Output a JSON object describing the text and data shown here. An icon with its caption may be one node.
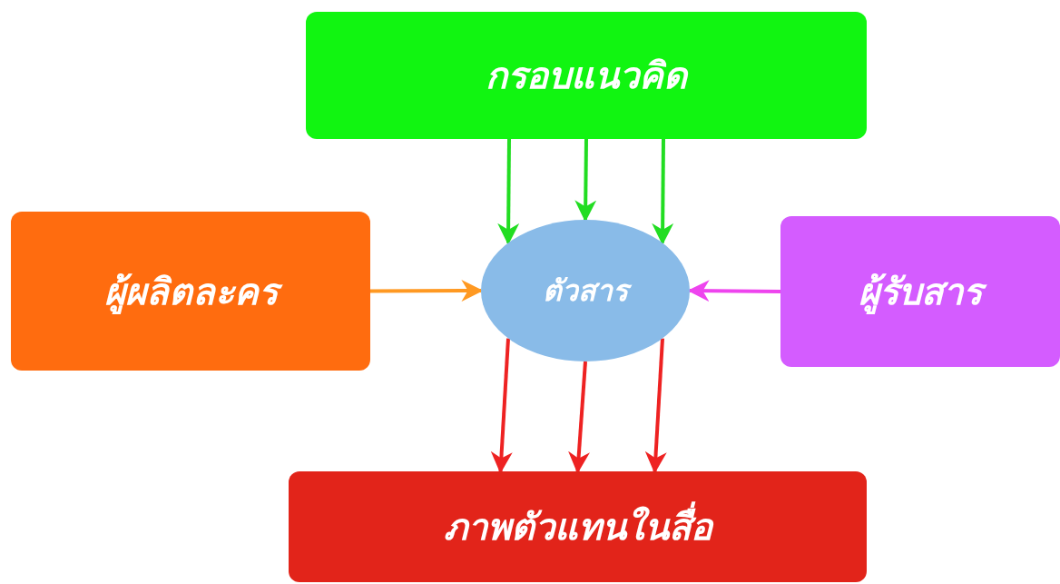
{
  "diagram": {
    "nodes": [
      {
        "text": [
          "กรอบแนวคิด"
        ]
      },
      {
        "text": [
          "ผู้ผลิตละคร"
        ]
      },
      {
        "text": [
          "ตัวสาร"
        ]
      },
      {
        "text": [
          "ผู้รับสาร"
        ]
      },
      {
        "text": [
          "ภาพตัวแทนในสื่อ"
        ]
      }
    ],
    "edges": [
      {
        "from": 0,
        "to": 2,
        "arrow": "to",
        "color": "#22dd22"
      },
      {
        "from": 0,
        "to": 2,
        "arrow": "to",
        "color": "#22dd22"
      },
      {
        "from": 0,
        "to": 2,
        "arrow": "to",
        "color": "#22dd22"
      },
      {
        "from": 1,
        "to": 2,
        "arrow": "to",
        "color": "#ff9922"
      },
      {
        "from": 3,
        "to": 2,
        "arrow": "to",
        "color": "#ee44ee"
      },
      {
        "from": 2,
        "to": 4,
        "arrow": "to",
        "color": "#ee2222"
      },
      {
        "from": 2,
        "to": 4,
        "arrow": "to",
        "color": "#ee2222"
      },
      {
        "from": 2,
        "to": 4,
        "arrow": "to",
        "color": "#ee2222"
      }
    ]
  }
}
